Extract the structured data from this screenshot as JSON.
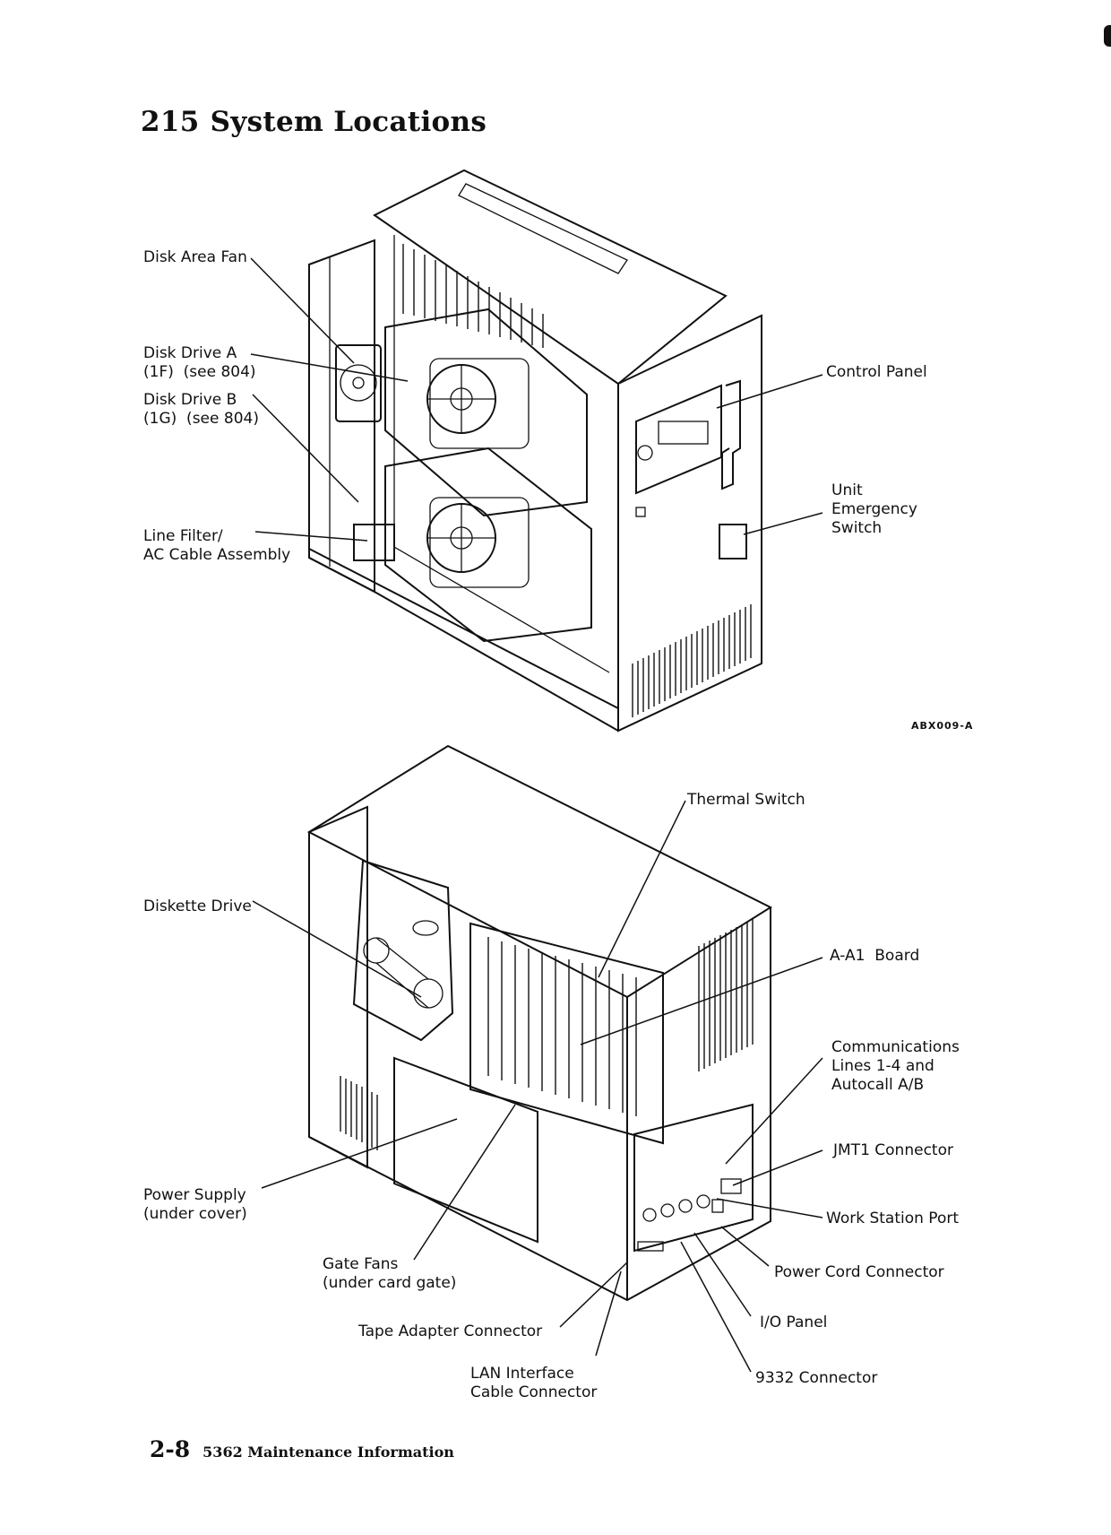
{
  "page": {
    "section_number": "215",
    "section_title": "System Locations",
    "page_number": "2-8",
    "publication_title": "5362 Maintenance Information"
  },
  "figure_top": {
    "code": "ABX009-A",
    "callouts": {
      "disk_area_fan": "Disk Area Fan",
      "disk_drive_a": "Disk Drive A\n(1F)  (see 804)",
      "disk_drive_b": "Disk Drive B\n(1G)  (see 804)",
      "line_filter": "Line Filter/\nAC Cable Assembly",
      "control_panel": "Control Panel",
      "unit_emergency_switch": "Unit\nEmergency\nSwitch"
    }
  },
  "figure_bottom": {
    "callouts": {
      "thermal_switch": "Thermal Switch",
      "diskette_drive": "Diskette Drive",
      "a_a1_board": "A-A1  Board",
      "communications_lines": "Communications\nLines 1-4 and\nAutocall A/B",
      "jmt1_connector": "JMT1 Connector",
      "work_station_port": "Work Station Port",
      "power_supply": "Power Supply\n(under cover)",
      "power_cord_connector": "Power Cord Connector",
      "gate_fans": "Gate Fans\n(under card gate)",
      "io_panel": "I/O Panel",
      "tape_adapter_connector": "Tape Adapter Connector",
      "lan_interface": "LAN Interface\nCable Connector",
      "connector_9332": "9332 Connector"
    }
  }
}
